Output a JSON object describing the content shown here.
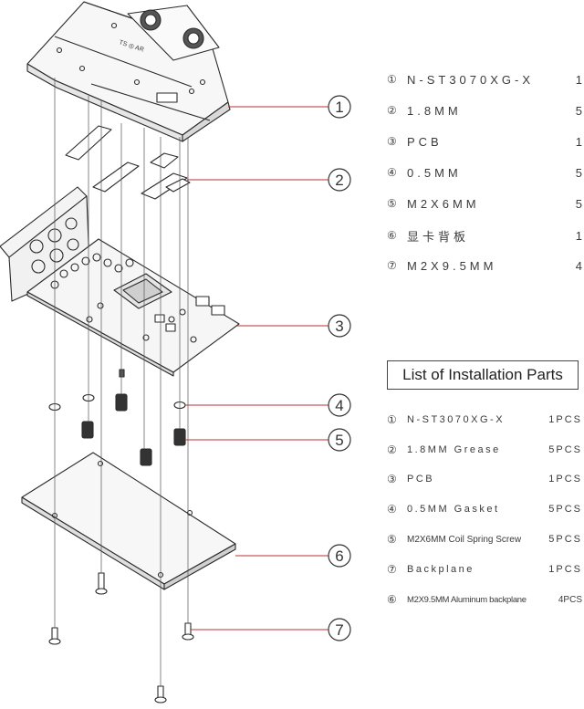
{
  "parts_list": [
    {
      "num": "①",
      "name": "N-ST3070XG-X",
      "qty": "1"
    },
    {
      "num": "②",
      "name": "1.8MM",
      "qty": "5"
    },
    {
      "num": "③",
      "name": "PCB",
      "qty": "1"
    },
    {
      "num": "④",
      "name": "0.5MM",
      "qty": "5"
    },
    {
      "num": "⑤",
      "name": "M2X6MM",
      "qty": "5"
    },
    {
      "num": "⑥",
      "name": "显卡背板",
      "qty": "1"
    },
    {
      "num": "⑦",
      "name": "M2X9.5MM",
      "qty": "4"
    }
  ],
  "install": {
    "title": "List of Installation Parts",
    "items": [
      {
        "num": "①",
        "name": "N-ST3070XG-X",
        "qty": "1PCS"
      },
      {
        "num": "②",
        "name": "1.8MM Grease",
        "qty": "5PCS"
      },
      {
        "num": "③",
        "name": "PCB",
        "qty": "1PCS"
      },
      {
        "num": "④",
        "name": "0.5MM Gasket",
        "qty": "5PCS"
      },
      {
        "num": "⑤",
        "name": "M2X6MM Coil Spring Screw",
        "qty": "5PCS"
      },
      {
        "num": "⑦",
        "name": "Backplane",
        "qty": "1PCS"
      },
      {
        "num": "⑥",
        "name": "M2X9.5MM Aluminum backplane",
        "qty": "4PCS"
      }
    ]
  },
  "callouts": [
    "1",
    "2",
    "3",
    "4",
    "5",
    "6",
    "7"
  ]
}
